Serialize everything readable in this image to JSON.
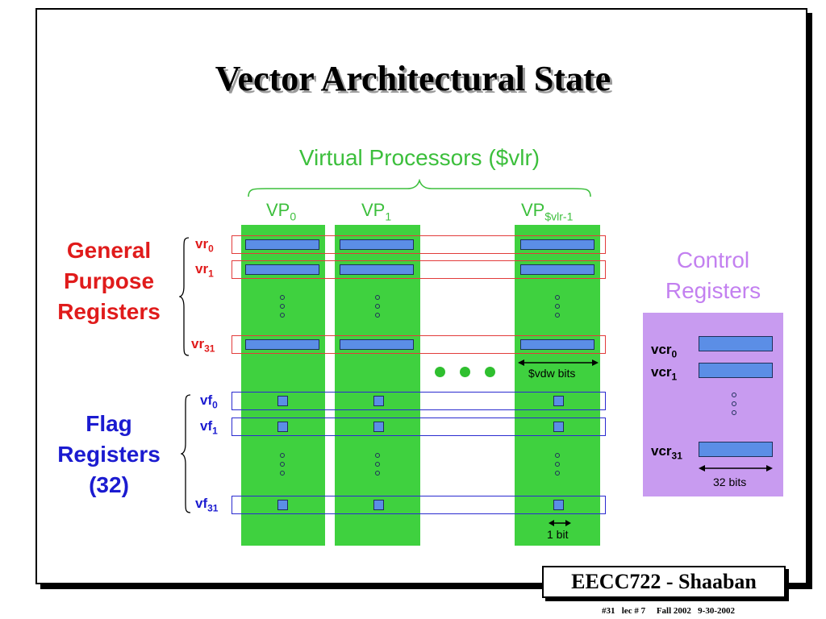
{
  "title": "Vector Architectural State",
  "virtual_processors": {
    "heading": "Virtual Processors ($vlr)",
    "vp0": {
      "base": "VP",
      "sub": "0"
    },
    "vp1": {
      "base": "VP",
      "sub": "1"
    },
    "vplast": {
      "base": "VP",
      "sub": "$vlr-1"
    }
  },
  "general_purpose": {
    "label_lines": [
      "General",
      "Purpose",
      "Registers"
    ],
    "regs": [
      {
        "base": "vr",
        "sub": "0"
      },
      {
        "base": "vr",
        "sub": "1"
      },
      {
        "base": "vr",
        "sub": "31"
      }
    ]
  },
  "flag_registers": {
    "label_lines": [
      "Flag",
      "Registers",
      "(32)"
    ],
    "regs": [
      {
        "base": "vf",
        "sub": "0"
      },
      {
        "base": "vf",
        "sub": "1"
      },
      {
        "base": "vf",
        "sub": "31"
      }
    ]
  },
  "annotations": {
    "vdw": "$vdw bits",
    "one_bit": "1 bit",
    "bits32": "32 bits"
  },
  "control_registers": {
    "label_lines": [
      "Control",
      "Registers"
    ],
    "regs": [
      {
        "base": "vcr",
        "sub": "0"
      },
      {
        "base": "vcr",
        "sub": "1"
      },
      {
        "base": "vcr",
        "sub": "31"
      }
    ]
  },
  "colors": {
    "green": "#3cbf3c",
    "column_green": "#3fd13f",
    "red": "#e01b1b",
    "blue": "#1b1bd0",
    "register_blue": "#5b8ee6",
    "control_purple": "#c89bf0"
  },
  "footer": {
    "course": "EECC722 - Shaaban",
    "info": "#31   lec # 7     Fall 2002   9-30-2002"
  }
}
